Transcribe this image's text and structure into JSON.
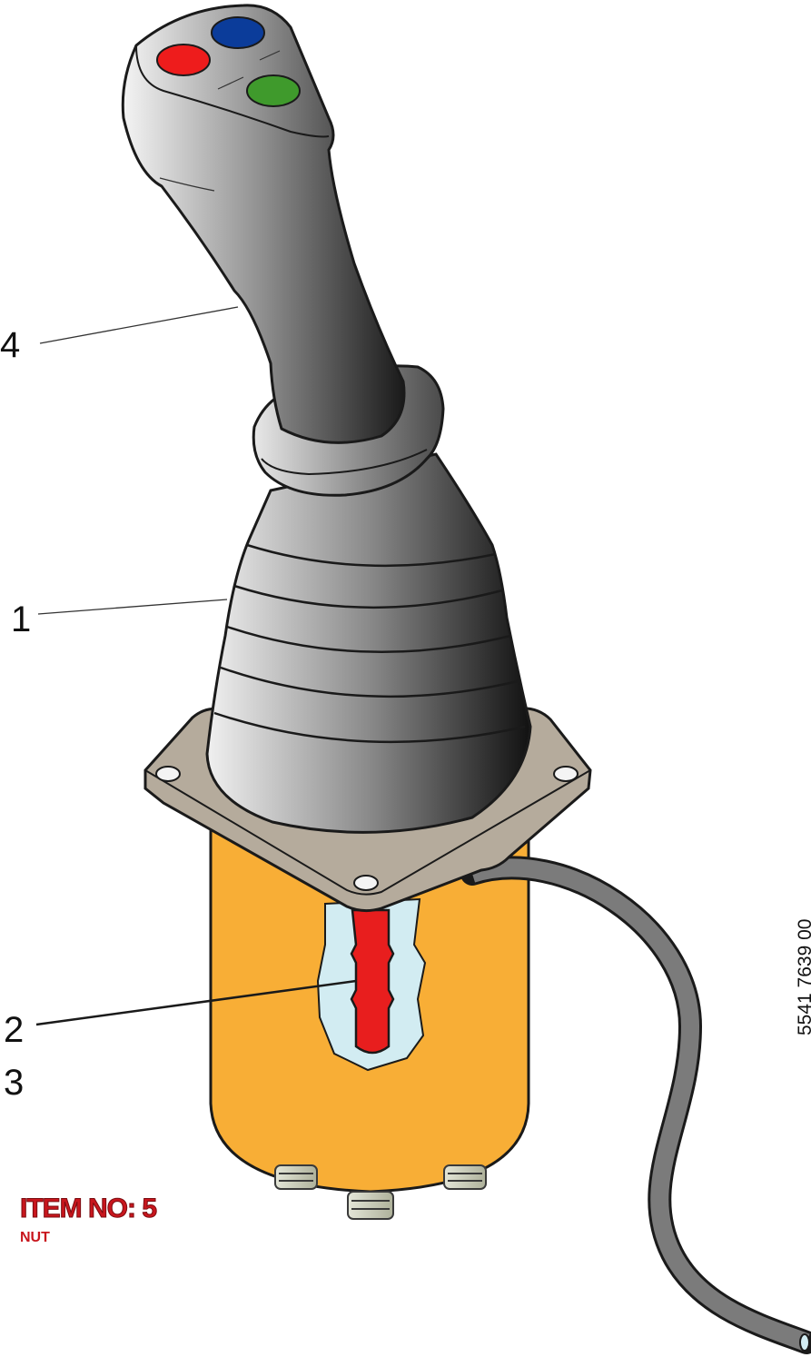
{
  "callouts": {
    "part_1": "1",
    "part_2": "2",
    "part_3": "3",
    "part_4": "4"
  },
  "item": {
    "title": "ITEM NO: 5",
    "name": "NUT"
  },
  "drawing_number": "5541 7639 00",
  "colors": {
    "button_red": "#ee1c1c",
    "button_blue": "#0b3c9a",
    "button_green": "#3f9a2c",
    "body_orange": "#f8ae36",
    "flange": "#b5ab9c",
    "shaft": "#e81e1e",
    "cutaway": "#d2ecf2",
    "cable": "#7b7b7b",
    "label_red": "#c8161d"
  }
}
